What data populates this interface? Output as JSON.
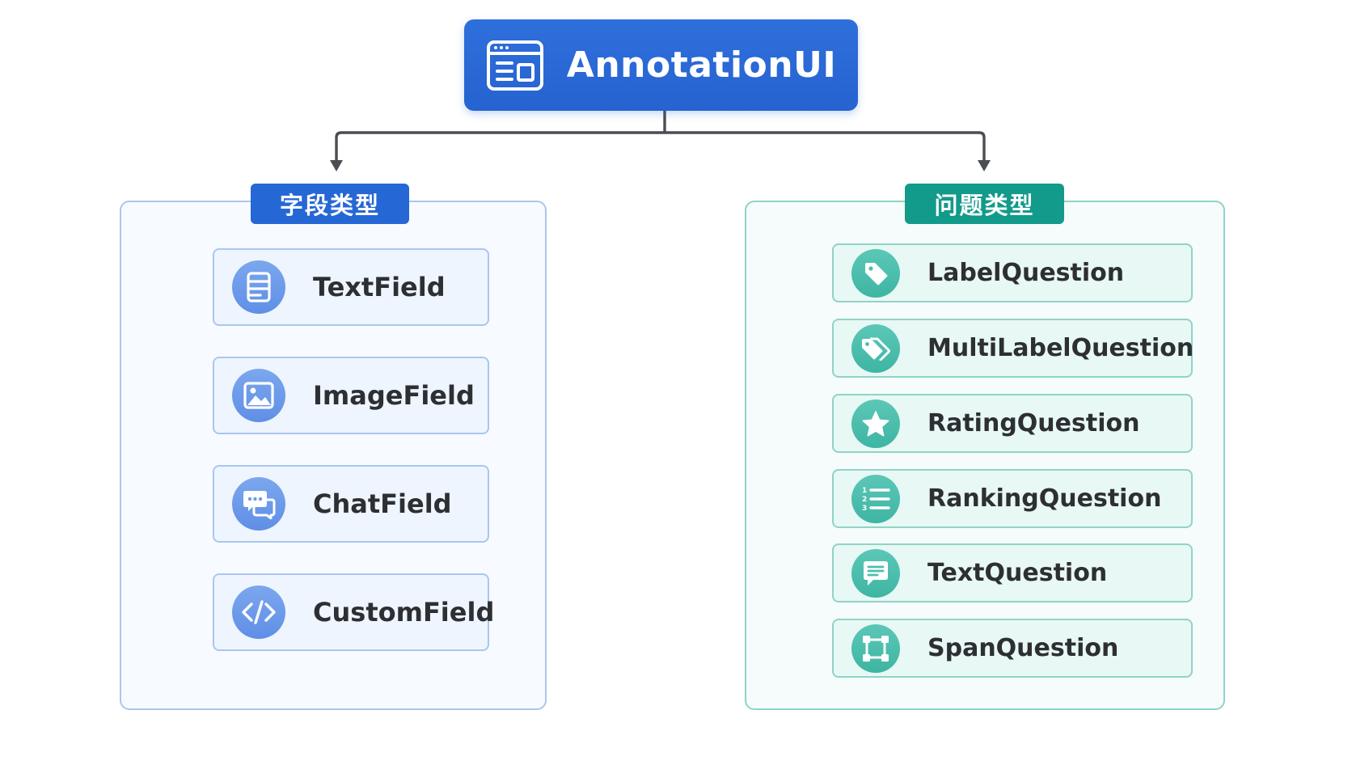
{
  "root": {
    "title": "AnnotationUI",
    "icon": "window-layout-icon"
  },
  "field_group": {
    "title": "字段类型",
    "items": [
      {
        "label": "TextField",
        "icon": "text-document-icon"
      },
      {
        "label": "ImageField",
        "icon": "image-icon"
      },
      {
        "label": "ChatField",
        "icon": "chat-bubbles-icon"
      },
      {
        "label": "CustomField",
        "icon": "code-brackets-icon"
      }
    ]
  },
  "question_group": {
    "title": "问题类型",
    "items": [
      {
        "label": "LabelQuestion",
        "icon": "tag-icon"
      },
      {
        "label": "MultiLabelQuestion",
        "icon": "multi-tag-icon"
      },
      {
        "label": "RatingQuestion",
        "icon": "star-icon"
      },
      {
        "label": "RankingQuestion",
        "icon": "numbered-list-icon"
      },
      {
        "label": "TextQuestion",
        "icon": "message-icon"
      },
      {
        "label": "SpanQuestion",
        "icon": "selection-box-icon"
      }
    ]
  },
  "colors": {
    "primary_blue": "#2667d6",
    "field_icon_blue": "#6e9bea",
    "teal": "#129a8b",
    "question_icon_teal": "#4dbeac",
    "connector": "#4a4d52"
  }
}
